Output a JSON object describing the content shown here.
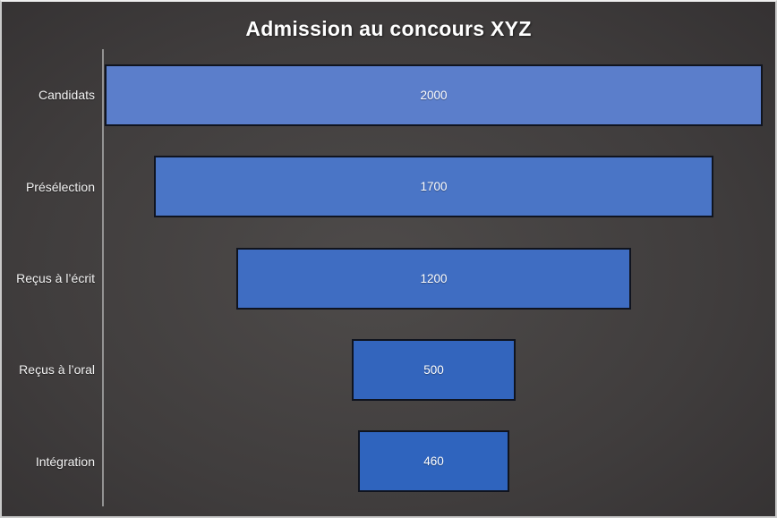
{
  "slide": {
    "background_center": "#4e4b4a",
    "background_edge": "#242223",
    "frame_color": "#c9c9c9"
  },
  "chart_data": {
    "type": "bar",
    "subtype": "horizontal-funnel",
    "title": "Admission au concours XYZ",
    "categories": [
      "Candidats",
      "Présélection",
      "Reçus à l’écrit",
      "Reçus à l’oral",
      "Intégration"
    ],
    "values": [
      2000,
      1700,
      1200,
      500,
      460
    ],
    "data_labels": [
      "2000",
      "1700",
      "1200",
      "500",
      "460"
    ],
    "xlabel": "",
    "ylabel": "",
    "xlim": [
      0,
      2000
    ],
    "grid": false,
    "legend": "none",
    "bars_centered": true,
    "axis_line_color": "#a2a2a2",
    "bar_border_color": "#10141f",
    "bar_colors": [
      "#5b7ecb",
      "#4a75c6",
      "#3f6dc2",
      "#3365bd",
      "#2f64be"
    ],
    "label_color": "#f3f3f3",
    "value_label_color": "#ffffff"
  }
}
